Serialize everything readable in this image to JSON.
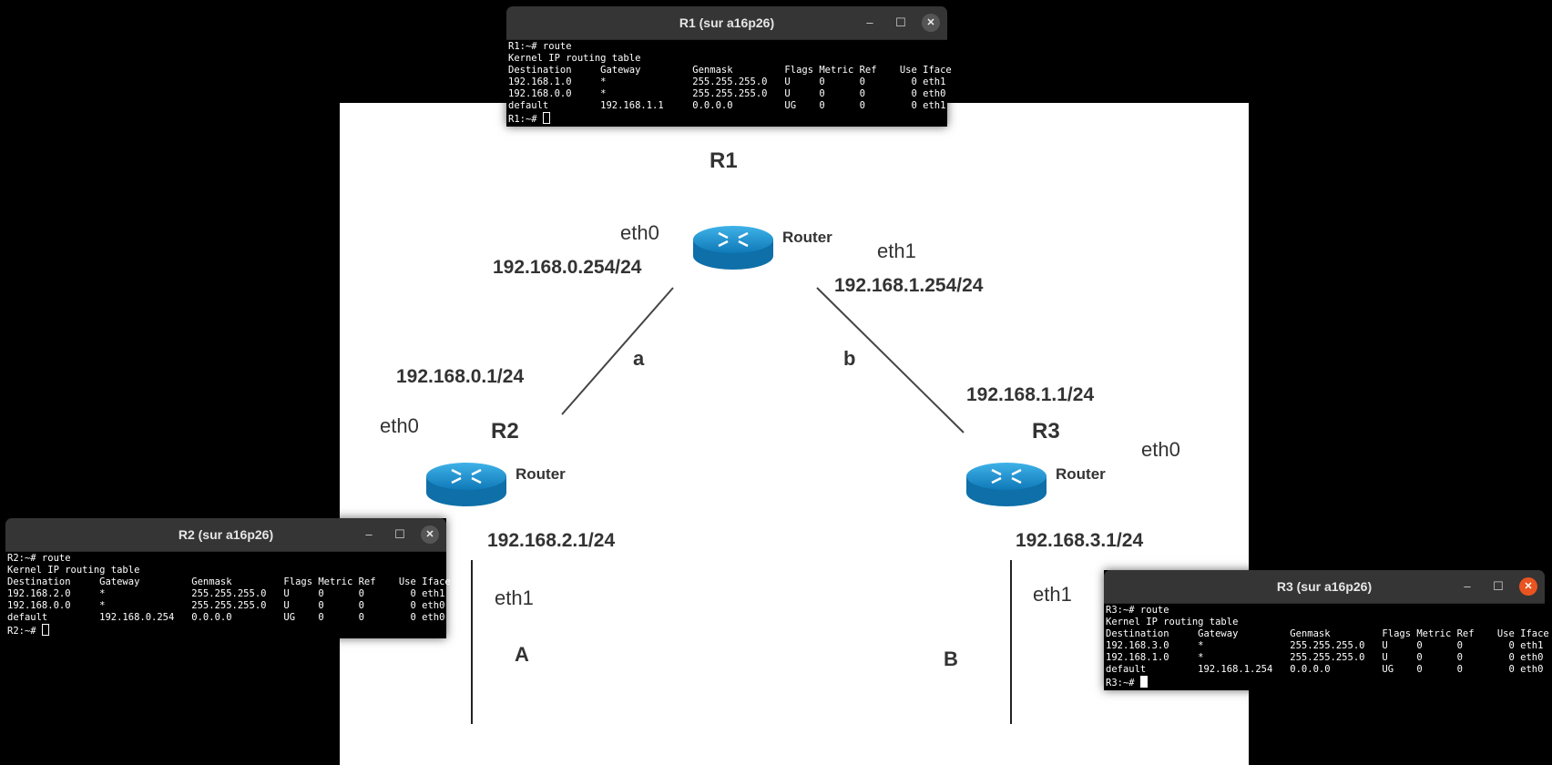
{
  "diagram": {
    "router_labels": {
      "r1": "R1",
      "r2": "R2",
      "r3": "R3"
    },
    "router_text": "Router",
    "r1_eth0": "eth0",
    "r1_eth0_ip": "192.168.0.254/24",
    "r1_eth1": "eth1",
    "r1_eth1_ip": "192.168.1.254/24",
    "link_a": "a",
    "link_b": "b",
    "r2_eth0_ip": "192.168.0.1/24",
    "r2_eth0": "eth0",
    "r3_eth0_ip": "192.168.1.1/24",
    "r3_eth0": "eth0",
    "r2_eth1_ip": "192.168.2.1/24",
    "r2_eth1": "eth1",
    "r3_eth1_ip": "192.168.3.1/24",
    "r3_eth1": "eth1",
    "net_a": "A",
    "net_b": "B"
  },
  "terminals": {
    "r1": {
      "title": "R1 (sur a16p26)",
      "lines": [
        "R1:~# route",
        "Kernel IP routing table",
        "Destination     Gateway         Genmask         Flags Metric Ref    Use Iface",
        "192.168.1.0     *               255.255.255.0   U     0      0        0 eth1",
        "192.168.0.0     *               255.255.255.0   U     0      0        0 eth0",
        "default         192.168.1.1     0.0.0.0         UG    0      0        0 eth1"
      ],
      "prompt": "R1:~# "
    },
    "r2": {
      "title": "R2 (sur a16p26)",
      "lines": [
        "R2:~# route",
        "Kernel IP routing table",
        "Destination     Gateway         Genmask         Flags Metric Ref    Use Iface",
        "192.168.2.0     *               255.255.255.0   U     0      0        0 eth1",
        "192.168.0.0     *               255.255.255.0   U     0      0        0 eth0",
        "default         192.168.0.254   0.0.0.0         UG    0      0        0 eth0"
      ],
      "prompt": "R2:~# "
    },
    "r3": {
      "title": "R3 (sur a16p26)",
      "lines": [
        "R3:~# route",
        "Kernel IP routing table",
        "Destination     Gateway         Genmask         Flags Metric Ref    Use Iface",
        "192.168.3.0     *               255.255.255.0   U     0      0        0 eth1",
        "192.168.1.0     *               255.255.255.0   U     0      0        0 eth0",
        "default         192.168.1.254   0.0.0.0         UG    0      0        0 eth0"
      ],
      "prompt": "R3:~# "
    }
  },
  "window_controls": {
    "minimize": "–",
    "maximize": "☐",
    "close": "✕"
  },
  "colors": {
    "titlebar": "#353535",
    "close_active": "#e95420",
    "router_blue": "#1a8fd0"
  }
}
